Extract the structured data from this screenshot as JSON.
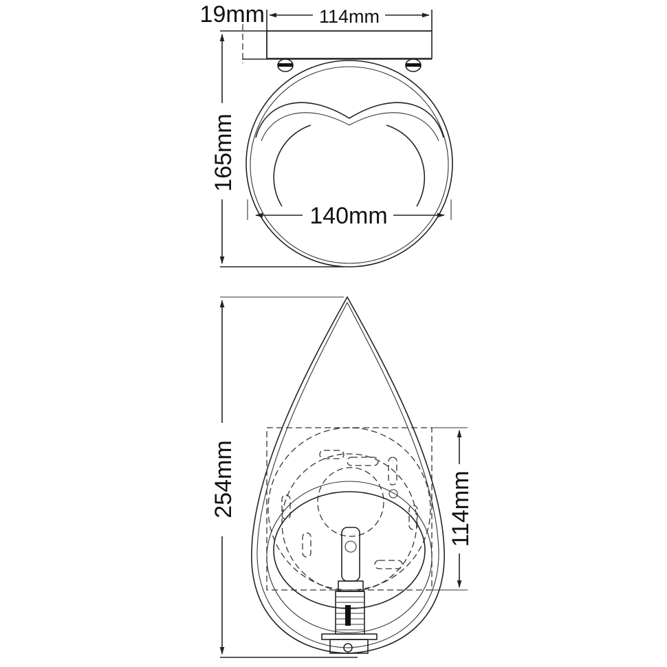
{
  "dimensions": {
    "base_depth": "19mm",
    "base_width_top": "114mm",
    "total_height_front": "165mm",
    "inner_width": "140mm",
    "total_height_side": "254mm",
    "base_width_side": "114mm"
  },
  "colors": {
    "line": "#222222",
    "background": "#ffffff"
  }
}
